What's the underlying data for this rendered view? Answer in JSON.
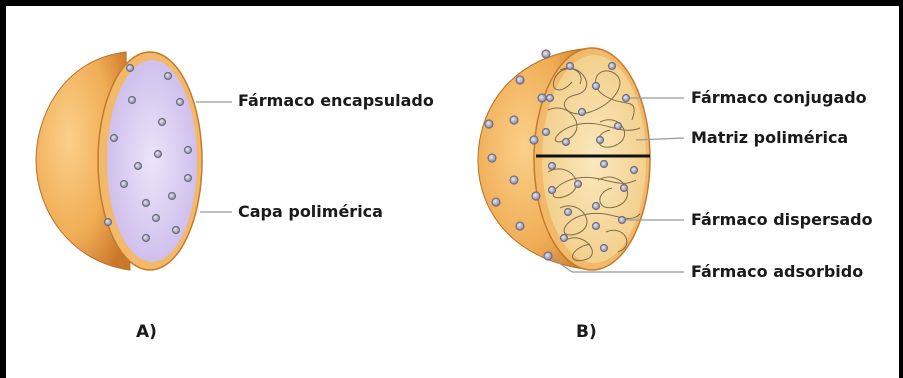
{
  "panel_a": {
    "label": "A)",
    "callouts": {
      "encapsulated_drug": "Fármaco encapsulado",
      "polymer_layer": "Capa polimérica"
    }
  },
  "panel_b": {
    "label": "B)",
    "callouts": {
      "conjugated_drug": "Fármaco conjugado",
      "polymer_matrix": "Matriz polimérica",
      "dispersed_drug": "Fármaco dispersado",
      "adsorbed_drug": "Fármaco adsorbido"
    }
  },
  "colors": {
    "shell": "#f0ad55",
    "shell_dark": "#d98a2e",
    "capsule_interior": "#d9cdf0",
    "matrix_interior": "#f6dca4",
    "drug_particle": "#8a8aa0",
    "leader_line": "#999999"
  }
}
